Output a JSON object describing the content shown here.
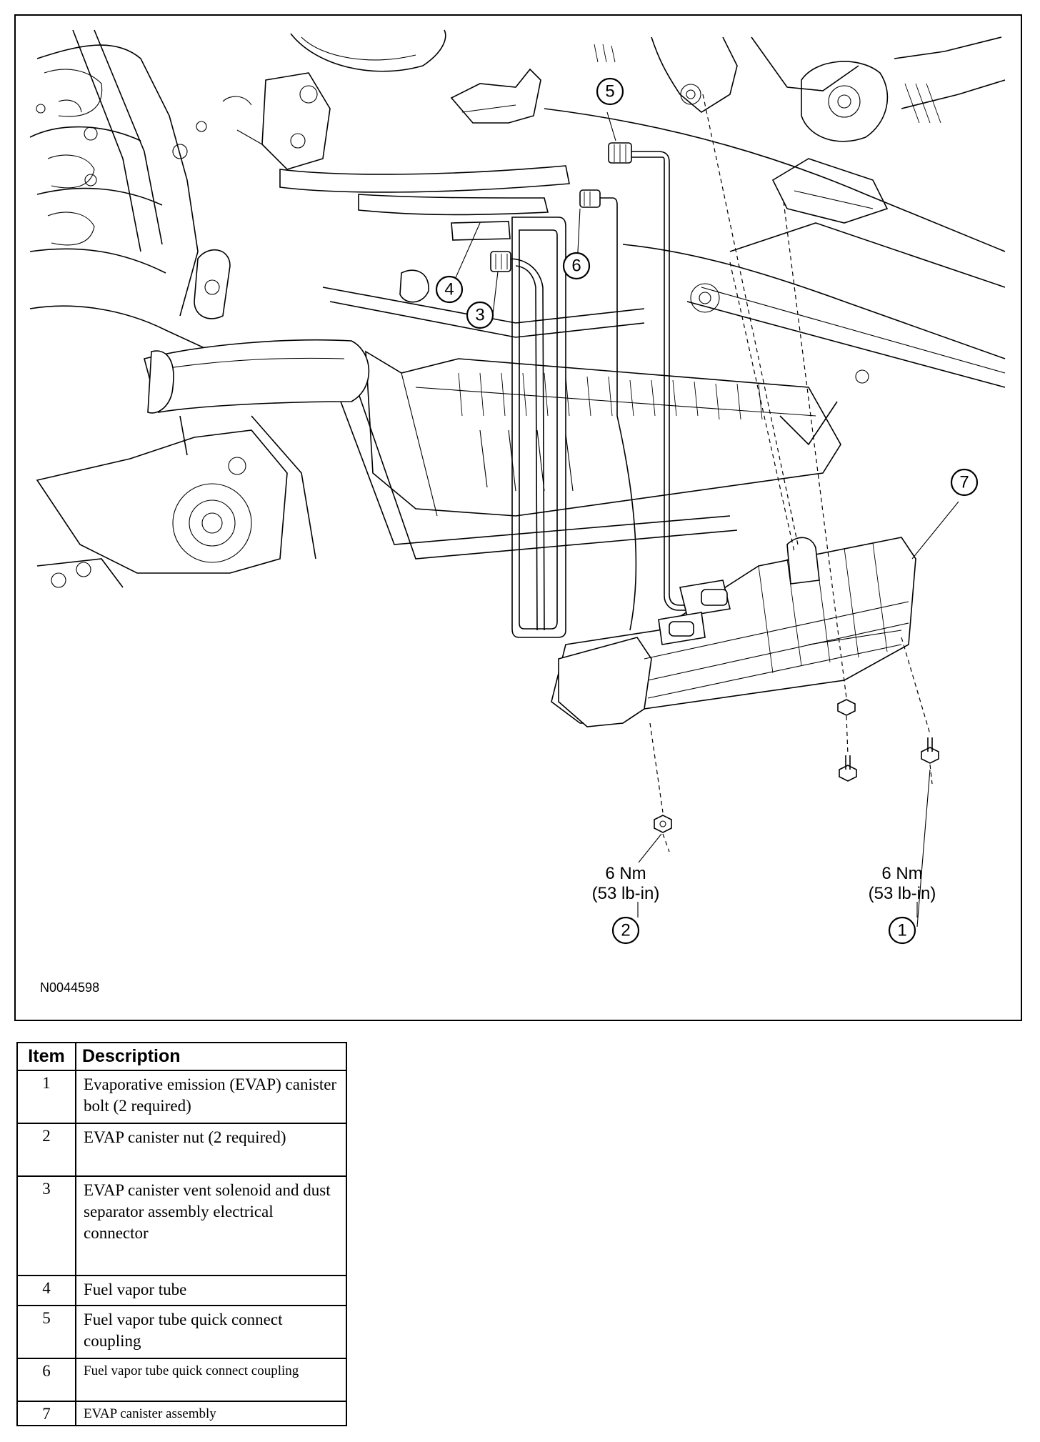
{
  "figure": {
    "id_label": "N0044598",
    "callouts": [
      "1",
      "2",
      "3",
      "4",
      "5",
      "6",
      "7"
    ],
    "torque_left": {
      "nm": "6 Nm",
      "lbin": "(53 lb-in)",
      "item": "2"
    },
    "torque_right": {
      "nm": "6 Nm",
      "lbin": "(53 lb-in)",
      "item": "1"
    }
  },
  "legend": {
    "header_item": "Item",
    "header_description": "Description",
    "rows": [
      {
        "item": "1",
        "description": "Evaporative emission (EVAP) canister bolt (2 required)"
      },
      {
        "item": "2",
        "description": "EVAP canister nut (2 required)"
      },
      {
        "item": "3",
        "description": "EVAP canister vent solenoid and dust separator assembly electrical connector"
      },
      {
        "item": "4",
        "description": "Fuel vapor tube"
      },
      {
        "item": "5",
        "description": "Fuel vapor tube quick connect coupling"
      },
      {
        "item": "6",
        "description": "Fuel vapor tube quick connect coupling"
      },
      {
        "item": "7",
        "description": "EVAP canister assembly"
      }
    ]
  }
}
